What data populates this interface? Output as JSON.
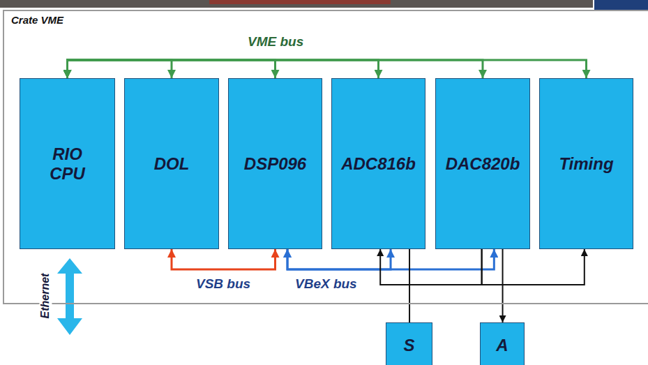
{
  "diagram": {
    "nodes": [
      {
        "text": [
          "Crate VME"
        ]
      },
      {
        "text": [
          "RIO CPU"
        ],
        "in": 0
      },
      {
        "text": [
          "DOL"
        ],
        "in": 0
      },
      {
        "text": [
          "DSP096"
        ],
        "in": 0
      },
      {
        "text": [
          "ADC816b"
        ],
        "in": 0
      },
      {
        "text": [
          "DAC820b"
        ],
        "in": 0
      },
      {
        "text": [
          "Timing"
        ],
        "in": 0
      },
      {
        "text": [
          "S"
        ]
      },
      {
        "text": [
          "A"
        ]
      }
    ],
    "edges": [
      {
        "from": 1,
        "to": 2,
        "arrow": "both"
      },
      {
        "from": 1,
        "to": 3,
        "arrow": "both"
      },
      {
        "from": 1,
        "to": 4,
        "arrow": "both"
      },
      {
        "from": 1,
        "to": 5,
        "arrow": "both"
      },
      {
        "from": 1,
        "to": 6,
        "label": "VME bus",
        "arrow": "both"
      },
      {
        "from": 2,
        "to": 3,
        "label": "VSB bus",
        "arrow": "both"
      },
      {
        "from": 3,
        "to": 4,
        "label": "VBeX bus",
        "arrow": "both"
      },
      {
        "from": 3,
        "to": 5,
        "arrow": "both"
      },
      {
        "from": 5,
        "to": 4,
        "arrow": "to"
      },
      {
        "from": 5,
        "to": 6,
        "arrow": "to"
      },
      {
        "from": 4,
        "to": 7,
        "arrow": "none"
      },
      {
        "from": 5,
        "to": 8,
        "arrow": "to"
      }
    ],
    "labels": [
      "Ethernet"
    ]
  }
}
